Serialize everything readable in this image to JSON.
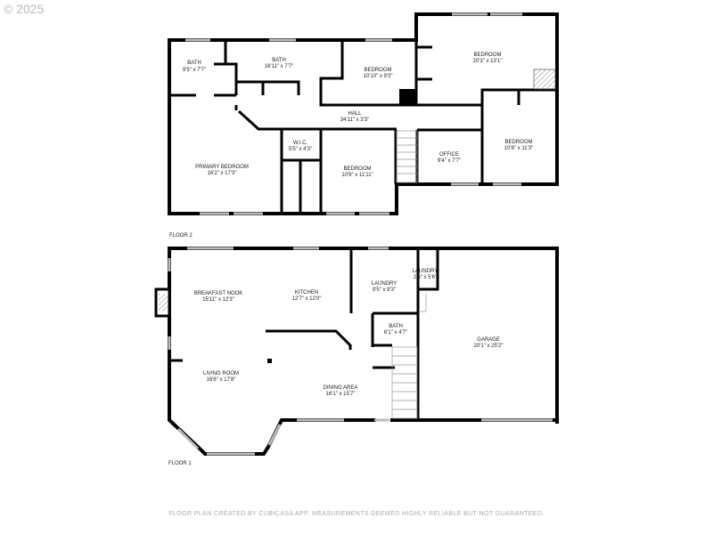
{
  "copyright": "© 2025",
  "footer": "FLOOR PLAN CREATED BY CUBICASA APP. MEASUREMENTS DEEMED HIGHLY RELIABLE BUT NOT GUARANTEED.",
  "floor2": {
    "label": "FLOOR 2",
    "rooms": [
      {
        "name": "BATH",
        "dims": "9'5\" x 7'7\""
      },
      {
        "name": "BATH",
        "dims": "16'11\" x 7'7\""
      },
      {
        "name": "BEDROOM",
        "dims": "10'10\" x 9'3\""
      },
      {
        "name": "BEDROOM",
        "dims": "20'3\" x 13'1\""
      },
      {
        "name": "HALL",
        "dims": "34'11\" x 3'3\""
      },
      {
        "name": "W.I.C.",
        "dims": "5'5\" x 4'3\""
      },
      {
        "name": "PRIMARY BEDROOM",
        "dims": "16'2\" x 17'3\""
      },
      {
        "name": "BEDROOM",
        "dims": "10'9\" x 11'11\""
      },
      {
        "name": "OFFICE",
        "dims": "9'4\" x 7'7\""
      },
      {
        "name": "BEDROOM",
        "dims": "10'6\" x 11'3\""
      }
    ]
  },
  "floor1": {
    "label": "FLOOR 1",
    "rooms": [
      {
        "name": "BREAKFAST NOOK",
        "dims": "15'11\" x 12'3\""
      },
      {
        "name": "KITCHEN",
        "dims": "12'7\" x 12'0\""
      },
      {
        "name": "LAUNDRY",
        "dims": "9'5\" x 9'3\""
      },
      {
        "name": "LAUNDRY",
        "dims": "2'6\" x 5'6\""
      },
      {
        "name": "BATH",
        "dims": "6'1\" x 4'7\""
      },
      {
        "name": "GARAGE",
        "dims": "20'1\" x 25'2\""
      },
      {
        "name": "LIVING ROOM",
        "dims": "16'6\" x 17'8\""
      },
      {
        "name": "DINING AREA",
        "dims": "16'1\" x 15'7\""
      }
    ]
  }
}
